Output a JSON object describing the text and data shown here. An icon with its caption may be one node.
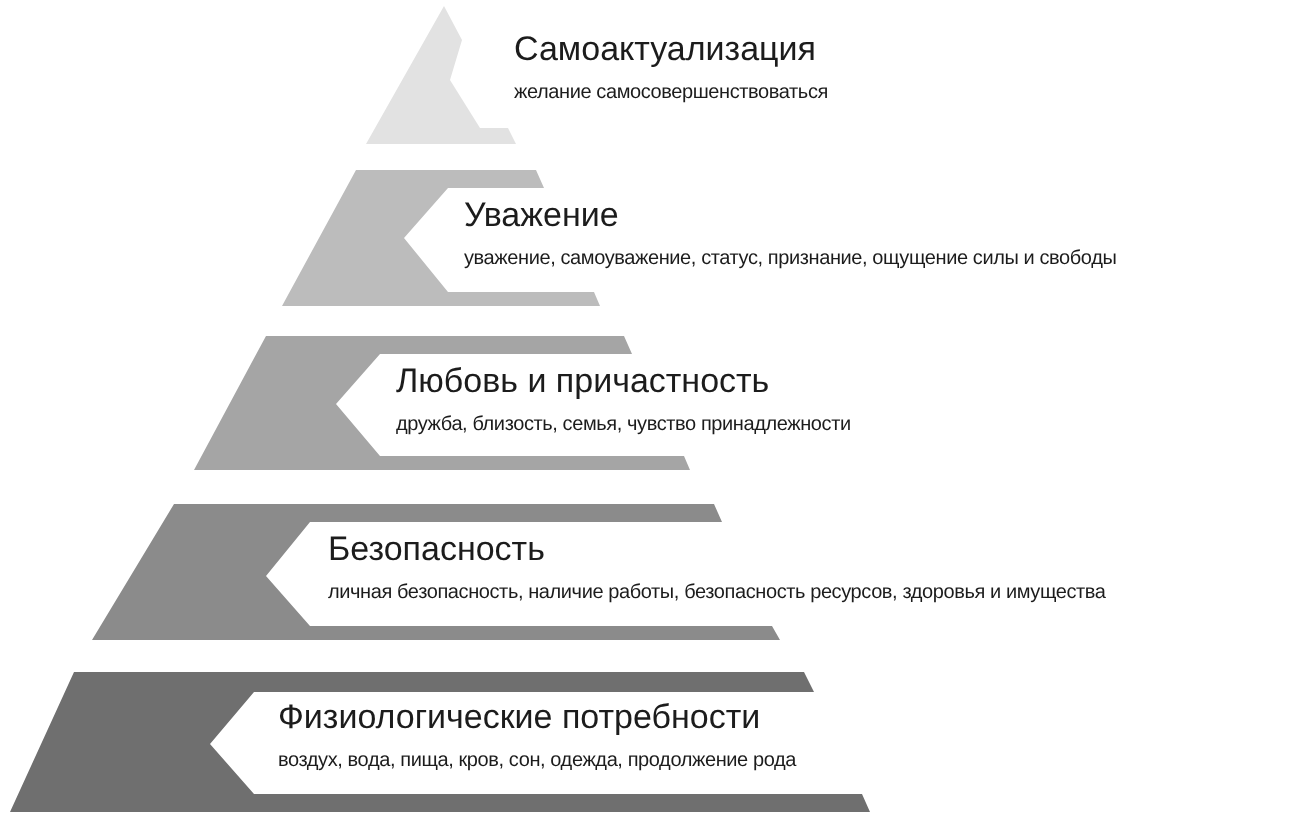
{
  "diagram": {
    "nodes": [
      {
        "text": [
          "Самоактуализация",
          "желание самосовершенствоваться"
        ]
      },
      {
        "text": [
          "Уважение",
          "уважение, самоуважение, статус, признание, ощущение силы и свободы"
        ]
      },
      {
        "text": [
          "Любовь и причастность",
          "дружба, близость, семья, чувство принадлежности"
        ]
      },
      {
        "text": [
          "Безопасность",
          "личная безопасность, наличие работы, безопасность ресурсов, здоровья и имущества"
        ]
      },
      {
        "text": [
          "Физиологические потребности",
          "воздух, вода, пища, кров, сон, одежда, продолжение рода"
        ]
      }
    ]
  }
}
